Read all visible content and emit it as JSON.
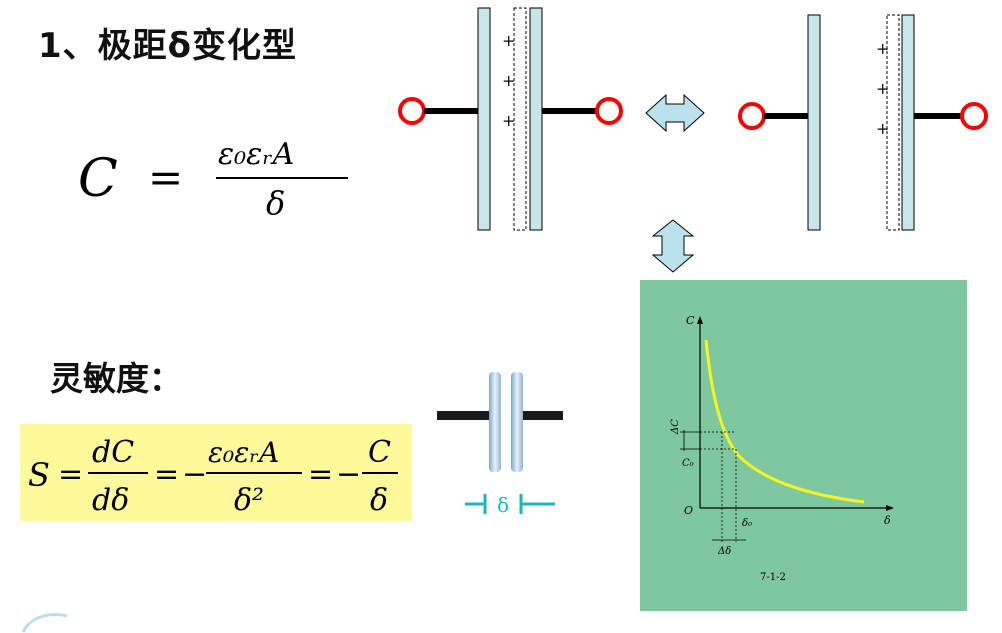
{
  "slide": {
    "title": "1、极距δ变化型",
    "capacitance_formula": {
      "lhs": "C",
      "eq": "=",
      "numerator": "ε₀εᵣA",
      "denominator": "δ"
    },
    "sensitivity_label": "灵敏度：",
    "sensitivity_formula": {
      "s": "S",
      "eq": "=",
      "frac1_num": "dC",
      "frac1_den": "dδ",
      "minus": "−",
      "frac2_num": "ε₀εᵣA",
      "frac2_den": "δ²",
      "frac3_num": "C",
      "frac3_den": "δ"
    },
    "cap_photo_label": "δ",
    "graph": {
      "y_axis_label": "C",
      "x_axis_label": "δ",
      "origin_label": "O",
      "delta_c_label": "ΔC",
      "c0_label": "C₀",
      "delta0_label": "δ₀",
      "delta_delta_label": "Δδ",
      "caption": "7-1-2",
      "curve_color": "#f5f520",
      "panel_color": "#7ec8a0"
    },
    "plus_sign": "+",
    "colors": {
      "plate": "#c6e6ea",
      "terminal": "#ff0000",
      "highlight": "#fff999",
      "arrow": "#b9e2ec"
    }
  }
}
